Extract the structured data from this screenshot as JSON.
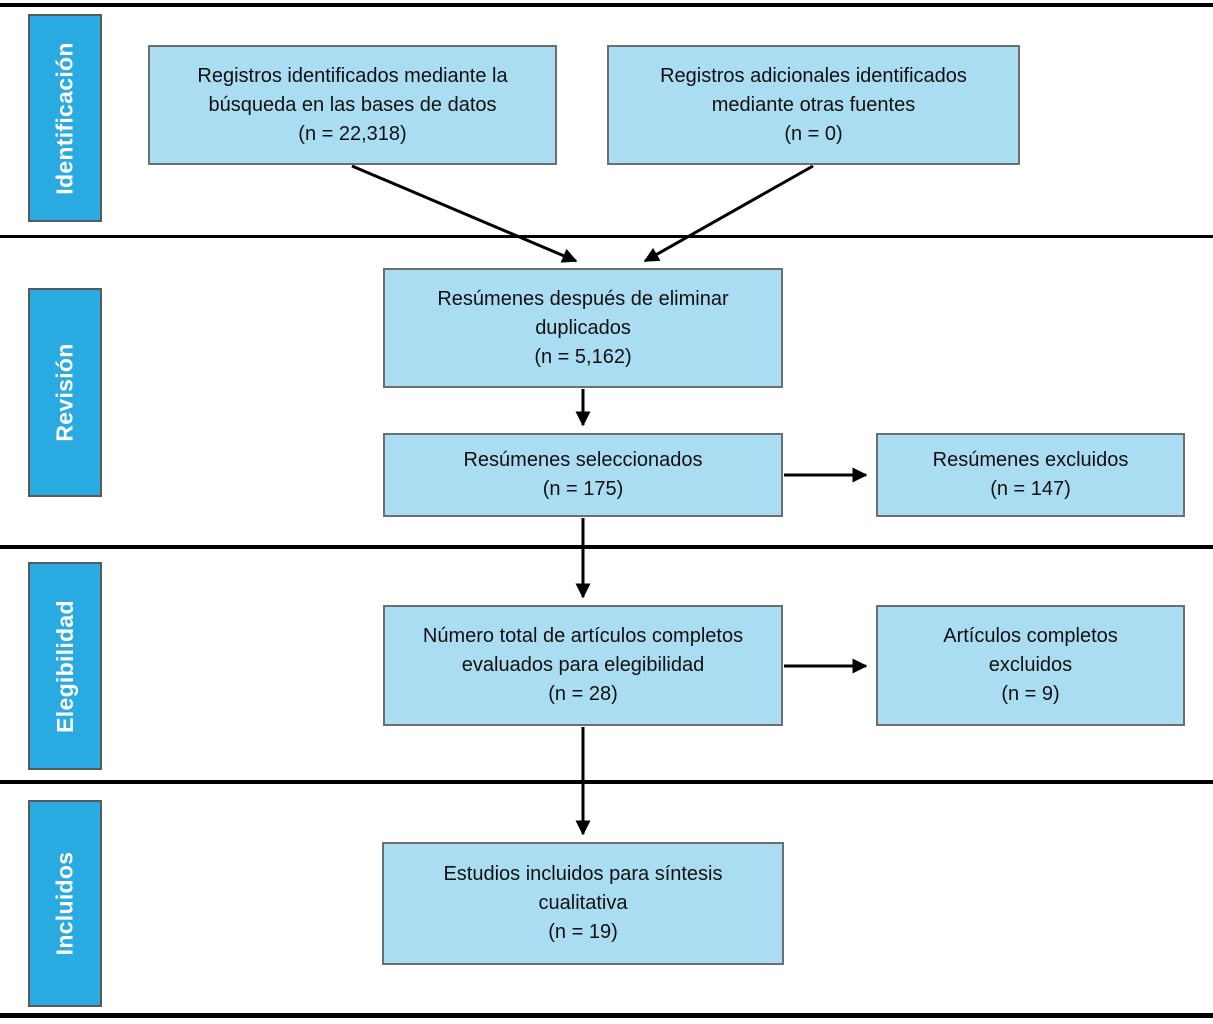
{
  "colors": {
    "stage_fill": "#29abe2",
    "stage_border": "#58595b",
    "stage_text": "#ffffff",
    "box_fill": "#aadcf2",
    "box_border": "#6d6e71",
    "box_text": "#111111",
    "connector": "#000000"
  },
  "stages": [
    {
      "label": "Identificación"
    },
    {
      "label": "Revisión"
    },
    {
      "label": "Elegibilidad"
    },
    {
      "label": "Incluidos"
    }
  ],
  "boxes": {
    "identified_databases": {
      "lines": [
        "Registros identificados mediante la",
        "búsqueda en las bases de datos",
        "(n = 22,318)"
      ],
      "n": "22,318"
    },
    "identified_other_sources": {
      "lines": [
        "Registros adicionales identificados",
        "mediante otras fuentes",
        "(n = 0)"
      ],
      "n": "0"
    },
    "after_duplicates_removed": {
      "lines": [
        "Resúmenes después de eliminar",
        "duplicados",
        "(n = 5,162)"
      ],
      "n": "5,162"
    },
    "abstracts_screened": {
      "lines": [
        "Resúmenes seleccionados",
        "(n = 175)"
      ],
      "n": "175"
    },
    "abstracts_excluded": {
      "lines": [
        "Resúmenes excluidos",
        "(n = 147)"
      ],
      "n": "147"
    },
    "fulltext_assessed": {
      "lines": [
        "Número total de artículos completos",
        "evaluados para elegibilidad",
        "(n = 28)"
      ],
      "n": "28"
    },
    "fulltext_excluded": {
      "lines": [
        "Artículos completos",
        "excluidos",
        "(n = 9)"
      ],
      "n": "9"
    },
    "included_qualitative": {
      "lines": [
        "Estudios incluidos para síntesis",
        "cualitativa",
        "(n = 19)"
      ],
      "n": "19"
    }
  }
}
